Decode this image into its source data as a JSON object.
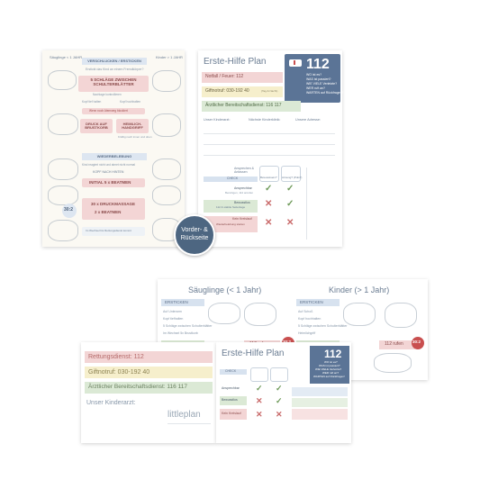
{
  "front_left": {
    "age_left": "Säuglinge\n< 1 JAHR",
    "age_right": "Kinder\n> 1 JAHR",
    "choking_header": "VERSCHLUCKEN / ERSTICKEN",
    "choking_sub": "Erstickt das Kind an einem Fremdkörper?",
    "choking_back_blows": "5 SCHLÄGE ZWISCHEN SCHULTERBLÄTTER",
    "choking_back_note": "Nachlage kontrollieren",
    "choking_label_a": "Kopf tief halten",
    "choking_label_b": "Kopf hochhalten",
    "choking_alert": "Wenn noch Atemweg blockiert",
    "chest_thrust": "DRUCK AUF BRUSTKORB",
    "heimlich": "HEIMLICH-HANDGRIFF",
    "heimlich_note": "Kräftig nach innen und oben",
    "cpr_header": "WIEDERBELEBUNG",
    "cpr_sub": "Kind reagiert nicht und atmet nicht normal",
    "cpr_open": "KOPF NACH HINTEN",
    "initial_breaths": "INITIAL 5 x BEATMEN",
    "ratio": "30:2",
    "compressions": "30 x DRUCKMASSAGE",
    "breaths_2": "2 x BEATMEN",
    "repeat_note": "Im Wechsel bis Rettungsdienst kommt"
  },
  "front_right": {
    "title": "Erste-Hilfe Plan",
    "number": "112",
    "questions": [
      "WO ist es?",
      "WAS ist passiert?",
      "WIE VIELE Verletzte?",
      "WER ruft an?",
      "WARTEN auf Rückfragen!"
    ],
    "emergency": "Notfall / Feuer: 112",
    "poison": "Giftnotruf: 030-192 40",
    "poison_note": "(Tag & Nacht)",
    "doctor": "Ärztlicher Bereitschaftsdienst: 116 117",
    "col_a": "Unser Kinderarzt:",
    "col_b": "Nächste Kinderklinik:",
    "col_c": "Unsere Adresse:",
    "check_label": "CHECK",
    "check_head_a": "Ansprechen & Anfassen",
    "check_head_b": "Bewusstsein?",
    "check_head_c": "Atmung? (Puls?)",
    "rows": [
      {
        "label": "Ansprechbar",
        "note": "Beruhigen, 112 anrufen"
      },
      {
        "label": "Bewusstlos",
        "note": "112 & stabile Seitenlage"
      },
      {
        "label": "Kein Kreislauf",
        "note": "Wiederbelebung starten"
      }
    ]
  },
  "badge": {
    "line1": "Vorder- &",
    "line2": "Rückseite"
  },
  "back_top": {
    "infants": "Säuglinge (< 1 Jahr)",
    "kids": "Kinder (> 1 Jahr)",
    "choking": "ERSTICKEN",
    "cpr": "REANIMIEREN",
    "call": "112 rufen",
    "ratio": "30:2",
    "steps_left": [
      "Auf Unterarm",
      "Kopf tiefhalten",
      "5 Schläge zwischen Schulterblätter",
      "Im Wechsel 5x Brustkorb"
    ],
    "steps_right": [
      "Auf Schoß",
      "Kopf hochhalten",
      "5 Schläge zwischen Schulterblätter",
      "Heimlichgriff"
    ]
  },
  "back_front": {
    "title": "Erste-Hilfe Plan",
    "number": "112",
    "rescue": "Rettungsdienst: 112",
    "poison": "Giftnotruf: 030-192 40",
    "doctor": "Ärztlicher Bereitschaftsdienst: 116 117",
    "pediatrician": "Unser Kinderarzt:",
    "brand": "littleplan",
    "check_label": "CHECK",
    "row_labels": [
      "Ansprechbar",
      "Bewusstlos",
      "Kein Kreislauf"
    ],
    "questions": [
      "WO ist es?",
      "WAS ist passiert?",
      "WIE VIELE Verletzte?",
      "WER ruft an?",
      "WARTEN auf Rückfragen!"
    ]
  }
}
